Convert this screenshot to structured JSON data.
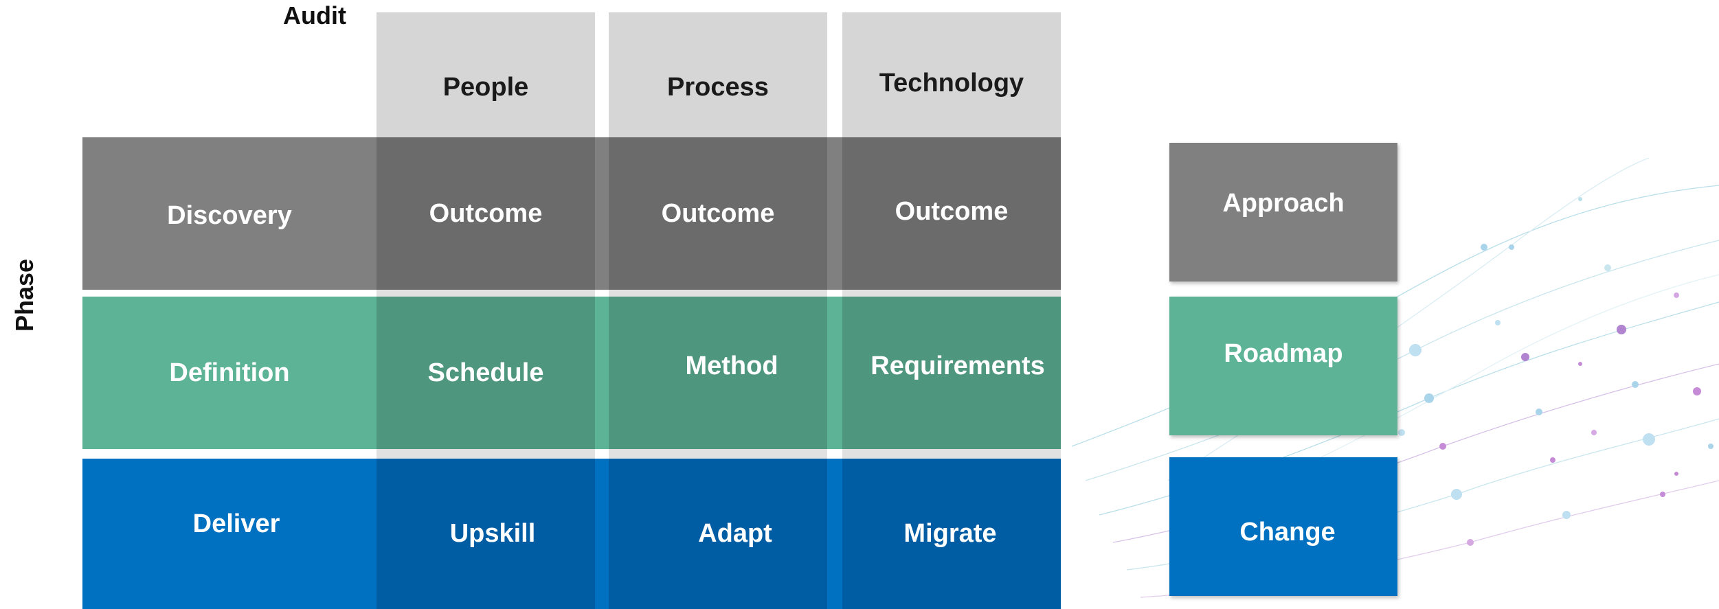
{
  "axes": {
    "columns_label": "Audit",
    "rows_label": "Phase"
  },
  "columns": [
    "People",
    "Process",
    "Technology"
  ],
  "rows": [
    {
      "phase": "Discovery",
      "cells": [
        "Outcome",
        "Outcome",
        "Outcome"
      ],
      "color": "#6b6b6b",
      "label_color": "#808080"
    },
    {
      "phase": "Definition",
      "cells": [
        "Schedule",
        "Method",
        "Requirements"
      ],
      "color": "#4f967e",
      "label_color": "#5cb396"
    },
    {
      "phase": "Deliver",
      "cells": [
        "Upskill",
        "Adapt",
        "Migrate"
      ],
      "color": "#005da3",
      "label_color": "#0070c0"
    }
  ],
  "side_panel": [
    {
      "label": "Approach",
      "color": "#808080"
    },
    {
      "label": "Roadmap",
      "color": "#5cb396"
    },
    {
      "label": "Change",
      "color": "#0070c0"
    }
  ]
}
